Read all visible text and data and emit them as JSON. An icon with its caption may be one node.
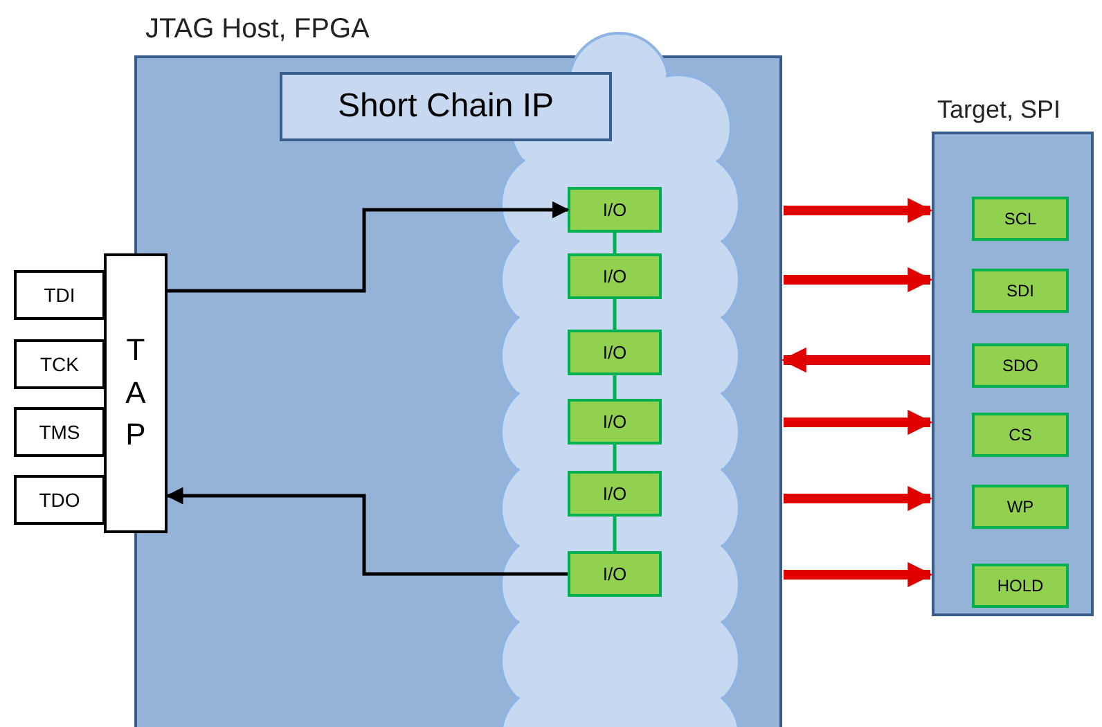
{
  "diagram": {
    "nodes": [
      {
        "text": [
          "JTAG Host, FPGA"
        ]
      },
      {
        "text": [
          "Short Chain IP"
        ],
        "in": 0
      },
      {
        "text": [],
        "shape": "cloud"
      },
      {
        "text": [
          "I/O"
        ],
        "in": 2
      },
      {
        "text": [
          "I/O"
        ],
        "in": 2
      },
      {
        "text": [
          "I/O"
        ],
        "in": 2
      },
      {
        "text": [
          "I/O"
        ],
        "in": 2
      },
      {
        "text": [
          "I/O"
        ],
        "in": 2
      },
      {
        "text": [
          "I/O"
        ],
        "in": 2
      },
      {
        "text": [
          "T A P"
        ]
      },
      {
        "text": [
          "TDI"
        ]
      },
      {
        "text": [
          "TCK"
        ]
      },
      {
        "text": [
          "TMS"
        ]
      },
      {
        "text": [
          "TDO"
        ]
      },
      {
        "text": [
          "Target, SPI"
        ]
      },
      {
        "text": [
          "SCL"
        ],
        "in": 14
      },
      {
        "text": [
          "SDI"
        ],
        "in": 14
      },
      {
        "text": [
          "SDO"
        ],
        "in": 14
      },
      {
        "text": [
          "CS"
        ],
        "in": 14
      },
      {
        "text": [
          "WP"
        ],
        "in": 14
      },
      {
        "text": [
          "HOLD"
        ],
        "in": 14
      }
    ],
    "edges": [
      {
        "from": 9,
        "to": 3,
        "arrow": "to",
        "color": "#000000"
      },
      {
        "from": 8,
        "to": 9,
        "arrow": "to",
        "color": "#000000"
      },
      {
        "from": 3,
        "to": 4,
        "arrow": "none",
        "color": "#00b050"
      },
      {
        "from": 4,
        "to": 5,
        "arrow": "none",
        "color": "#00b050"
      },
      {
        "from": 5,
        "to": 6,
        "arrow": "none",
        "color": "#00b050"
      },
      {
        "from": 6,
        "to": 7,
        "arrow": "none",
        "color": "#00b050"
      },
      {
        "from": 7,
        "to": 8,
        "arrow": "none",
        "color": "#00b050"
      },
      {
        "from": 0,
        "to": 14,
        "arrow": "to",
        "style": "thick",
        "color": "#e00000"
      },
      {
        "from": 0,
        "to": 14,
        "arrow": "to",
        "style": "thick",
        "color": "#e00000"
      },
      {
        "from": 14,
        "to": 0,
        "arrow": "to",
        "style": "thick",
        "color": "#e00000"
      },
      {
        "from": 0,
        "to": 14,
        "arrow": "to",
        "style": "thick",
        "color": "#e00000"
      },
      {
        "from": 0,
        "to": 14,
        "arrow": "to",
        "style": "thick",
        "color": "#e00000"
      },
      {
        "from": 0,
        "to": 14,
        "arrow": "to",
        "style": "thick",
        "color": "#e00000"
      }
    ]
  }
}
